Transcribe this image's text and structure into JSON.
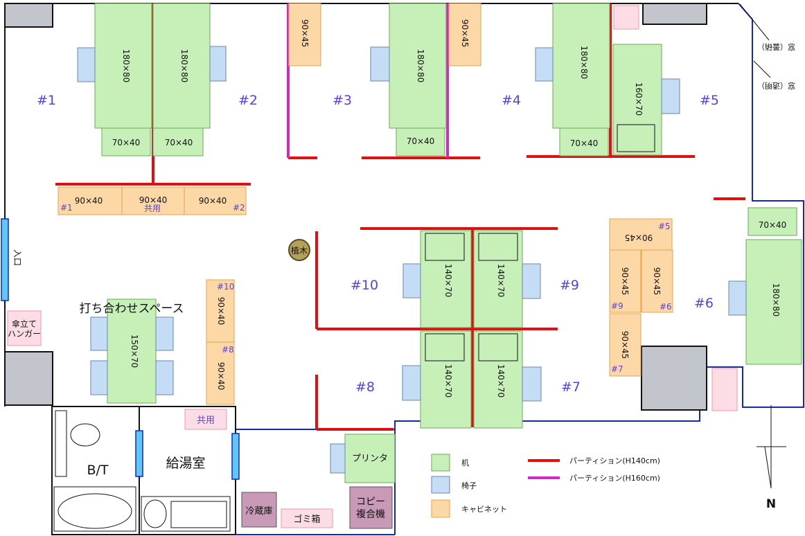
{
  "workstations": [
    "#1",
    "#2",
    "#3",
    "#4",
    "#5",
    "#6",
    "#7",
    "#8",
    "#9",
    "#10"
  ],
  "desks": {
    "d180x80": "180×80",
    "d70x40": "70×40",
    "d160x70": "160×70",
    "d140x70": "140×70",
    "d150x70": "150×70"
  },
  "cabinets": {
    "c90x45": "90×45",
    "c90x40": "90×40",
    "shared": "共用"
  },
  "rooms": {
    "meeting_space": "打ち合わせスペース",
    "kitchenette": "給湯室",
    "bath_toilet": "B/T",
    "entrance": "入口",
    "umbrella_hanger": "傘立て\nハンガー",
    "shared_area": "共用",
    "plant": "植木",
    "printer": "プリンタ",
    "copier": "コピー\n複合機",
    "fridge": "冷蔵庫",
    "trash": "ゴミ箱",
    "window_frosted": "窓（曇硝）",
    "window_clear": "窓（透明）"
  },
  "legend": {
    "desk": "机",
    "chair": "椅子",
    "cabinet": "キャビネット",
    "partition_140": "パーティション(H140cm)",
    "partition_160": "パーティション(H160cm)"
  },
  "compass": "N",
  "colors": {
    "desk": "#c7f0b9",
    "desk_border": "#6aaa55",
    "chair": "#c5dcf5",
    "cabinet": "#fbd8a6",
    "partition_140": "#e01010",
    "partition_160": "#d427c8",
    "wall_blue": "#1024d0",
    "pillar": "#c3c5cd",
    "pink": "#fcdde5",
    "purple": "#c99ab8",
    "label_purple": "#5a3fd8"
  }
}
